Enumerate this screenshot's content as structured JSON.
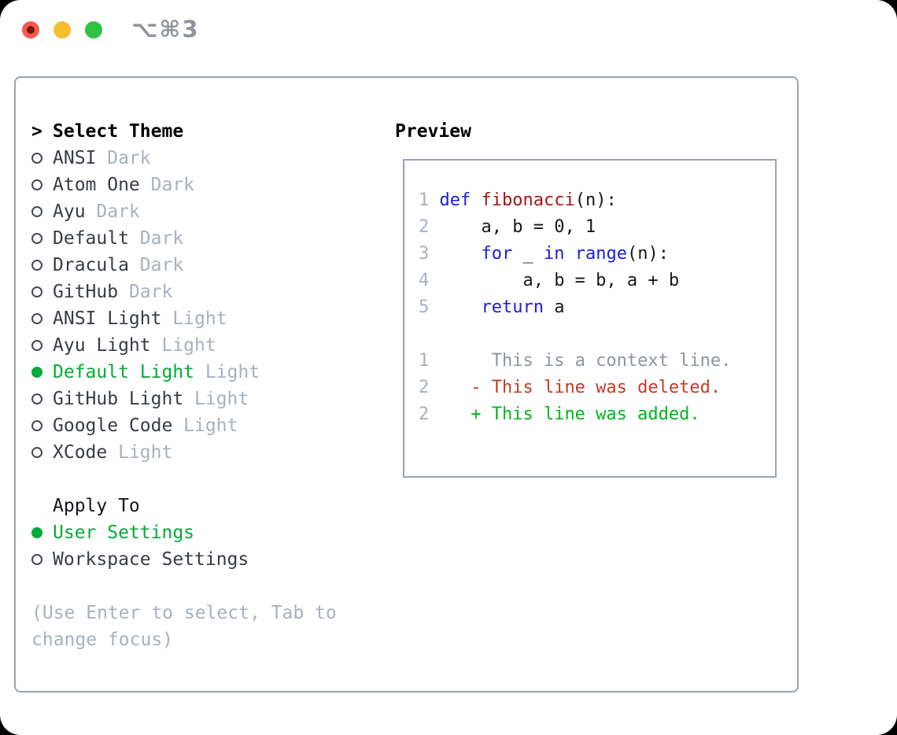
{
  "colors": {
    "border": "#9aa3ae",
    "green": "#00ab38",
    "muted": "#a8b1bc",
    "item-text": "#383d44",
    "title-gray": "#8f949b",
    "lnum": "#a8b1bc",
    "kw": "#1b1ce0",
    "fn": "#a31616",
    "code-text": "#16181c",
    "ctx": "#8e959e",
    "del": "#c43b28",
    "add": "#00b71c",
    "tl-red": "#f35b51",
    "tl-red-dot": "#801109",
    "tl-yellow": "#f6bd2f",
    "tl-green": "#30c144"
  },
  "window": {
    "title_shortcut": "⌥⌘3"
  },
  "theme_selector": {
    "header": {
      "marker": ">",
      "label": "Select Theme"
    },
    "items": [
      {
        "name": "ANSI",
        "tag": "Dark",
        "selected": false
      },
      {
        "name": "Atom One",
        "tag": "Dark",
        "selected": false
      },
      {
        "name": "Ayu",
        "tag": "Dark",
        "selected": false
      },
      {
        "name": "Default",
        "tag": "Dark",
        "selected": false
      },
      {
        "name": "Dracula",
        "tag": "Dark",
        "selected": false
      },
      {
        "name": "GitHub",
        "tag": "Dark",
        "selected": false
      },
      {
        "name": "ANSI Light",
        "tag": "Light",
        "selected": false
      },
      {
        "name": "Ayu Light",
        "tag": "Light",
        "selected": false
      },
      {
        "name": "Default Light",
        "tag": "Light",
        "selected": true
      },
      {
        "name": "GitHub Light",
        "tag": "Light",
        "selected": false
      },
      {
        "name": "Google Code",
        "tag": "Light",
        "selected": false
      },
      {
        "name": "XCode",
        "tag": "Light",
        "selected": false
      }
    ]
  },
  "apply_to": {
    "label": "Apply To",
    "options": [
      {
        "name": "User Settings",
        "selected": true
      },
      {
        "name": "Workspace Settings",
        "selected": false
      }
    ]
  },
  "hint": "(Use Enter to select, Tab to change focus)",
  "preview": {
    "label": "Preview",
    "lines": [
      {
        "num": "1",
        "tokens": [
          [
            "kw",
            "def"
          ],
          [
            "txt",
            " "
          ],
          [
            "fn",
            "fibonacci"
          ],
          [
            "txt",
            "(n):"
          ]
        ]
      },
      {
        "num": "2",
        "tokens": [
          [
            "txt",
            "    a, b = 0, 1"
          ]
        ]
      },
      {
        "num": "3",
        "tokens": [
          [
            "txt",
            "    "
          ],
          [
            "kw",
            "for"
          ],
          [
            "txt",
            " _ "
          ],
          [
            "kw",
            "in"
          ],
          [
            "txt",
            " "
          ],
          [
            "kw",
            "range"
          ],
          [
            "txt",
            "(n):"
          ]
        ]
      },
      {
        "num": "4",
        "tokens": [
          [
            "txt",
            "        a, b = b, a + b"
          ]
        ]
      },
      {
        "num": "5",
        "tokens": [
          [
            "txt",
            "    "
          ],
          [
            "kw",
            "return"
          ],
          [
            "txt",
            " a"
          ]
        ]
      },
      {
        "num": "",
        "tokens": []
      },
      {
        "num": "1",
        "tokens": [
          [
            "ctx",
            "     This is a context line."
          ]
        ]
      },
      {
        "num": "2",
        "tokens": [
          [
            "del",
            "   - This line was deleted."
          ]
        ]
      },
      {
        "num": "2",
        "tokens": [
          [
            "add",
            "   + This line was added."
          ]
        ]
      }
    ]
  }
}
